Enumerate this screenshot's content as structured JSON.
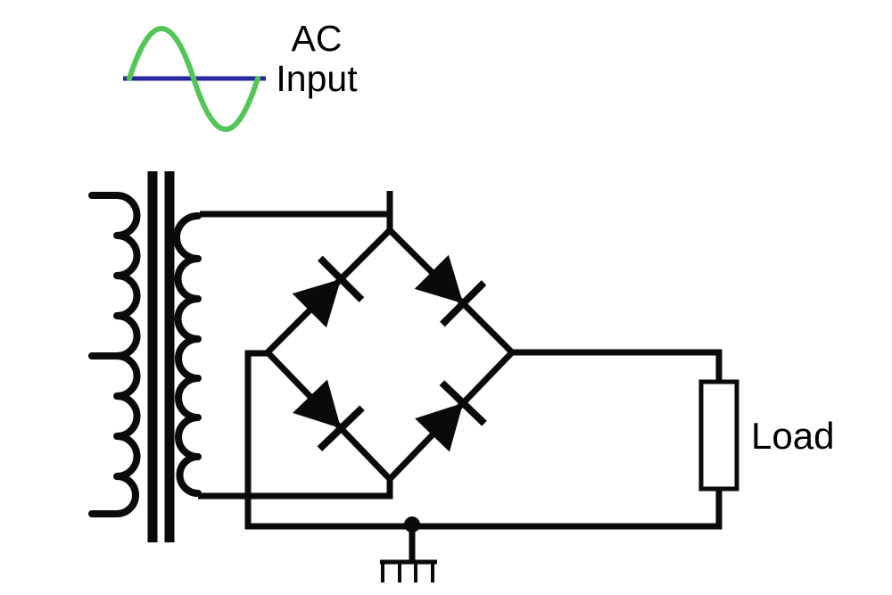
{
  "labels": {
    "ac_line1": "AC",
    "ac_line2": "Input",
    "load": "Load"
  },
  "colors": {
    "wire": "#0a0a0a",
    "sine_green": "#53c657",
    "axis_blue": "#28289e",
    "text": "#000000"
  }
}
